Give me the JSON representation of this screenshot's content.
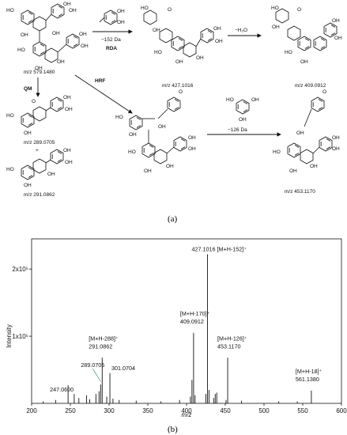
{
  "scheme": {
    "arrows": {
      "rda_loss": "−152 Da",
      "rda_label": "RDA",
      "water_loss": "−H₂O",
      "qm_label": "QM",
      "hrf_label": "HRF",
      "loss_126": "−126 Da"
    },
    "mz_labels": {
      "parent": "m/z 579.1480",
      "rda_product": "m/z 427.1016",
      "dehydrated": "m/z 409.0912",
      "qm_upper": "m/z 289.0705",
      "plus": "+",
      "qm_lower": "m/z 291.0862",
      "hrf_product": "m/z 453.1170"
    },
    "panel_label": "(a)"
  },
  "spectrum": {
    "panel_label": "(b)",
    "chart_data": {
      "type": "bar",
      "xlabel": "m/z",
      "ylabel": "Intensity",
      "xlim": [
        200,
        600
      ],
      "ylim": [
        0,
        2.45
      ],
      "y_unit_note": "×10⁵",
      "x_ticks": [
        "200",
        "250",
        "300",
        "350",
        "400",
        "450",
        "500",
        "550",
        "600"
      ],
      "y_ticks": [
        "1x10⁵",
        "2x10⁵"
      ],
      "peaks": [
        {
          "mz": 215,
          "rel": 0.03
        },
        {
          "mz": 231,
          "rel": 0.05
        },
        {
          "mz": 247.06,
          "rel": 0.27
        },
        {
          "mz": 255,
          "rel": 0.14
        },
        {
          "mz": 261,
          "rel": 0.08
        },
        {
          "mz": 271,
          "rel": 0.12
        },
        {
          "mz": 275,
          "rel": 0.06
        },
        {
          "mz": 283,
          "rel": 0.14
        },
        {
          "mz": 287,
          "rel": 0.18
        },
        {
          "mz": 289.07,
          "rel": 0.28
        },
        {
          "mz": 291.09,
          "rel": 0.68
        },
        {
          "mz": 297,
          "rel": 0.1
        },
        {
          "mz": 301.07,
          "rel": 0.45
        },
        {
          "mz": 305,
          "rel": 0.07
        },
        {
          "mz": 313,
          "rel": 0.05
        },
        {
          "mz": 335,
          "rel": 0.04
        },
        {
          "mz": 367,
          "rel": 0.03
        },
        {
          "mz": 391,
          "rel": 0.05
        },
        {
          "mz": 405,
          "rel": 0.1
        },
        {
          "mz": 407,
          "rel": 0.35
        },
        {
          "mz": 409.09,
          "rel": 1.05
        },
        {
          "mz": 411,
          "rel": 0.12
        },
        {
          "mz": 425,
          "rel": 0.14
        },
        {
          "mz": 427.1,
          "rel": 2.22
        },
        {
          "mz": 429,
          "rel": 0.2
        },
        {
          "mz": 435,
          "rel": 0.08
        },
        {
          "mz": 437,
          "rel": 0.14
        },
        {
          "mz": 439,
          "rel": 0.16
        },
        {
          "mz": 451,
          "rel": 0.05
        },
        {
          "mz": 453.12,
          "rel": 0.68
        },
        {
          "mz": 471,
          "rel": 0.04
        },
        {
          "mz": 519,
          "rel": 0.03
        },
        {
          "mz": 543,
          "rel": 0.03
        },
        {
          "mz": 561.14,
          "rel": 0.19
        }
      ],
      "annotations": [
        {
          "mz": 427.1016,
          "text": "427.1016 [M+H-152]⁺"
        },
        {
          "mz": 409.0912,
          "text1": "[M+H-170]⁺",
          "text2": "409.0912"
        },
        {
          "mz": 291.0862,
          "text1": "[M+H-288]⁺",
          "text2": "291.0862"
        },
        {
          "mz": 301.0704,
          "text": "301.0704"
        },
        {
          "mz": 289.0705,
          "text": "289.0705"
        },
        {
          "mz": 247.06,
          "text": "247.0600"
        },
        {
          "mz": 453.117,
          "text1": "[M+H-126]⁺",
          "text2": "453.1170"
        },
        {
          "mz": 561.138,
          "text1": "[M+H-18]⁺",
          "text2": "561.1380"
        }
      ]
    }
  }
}
